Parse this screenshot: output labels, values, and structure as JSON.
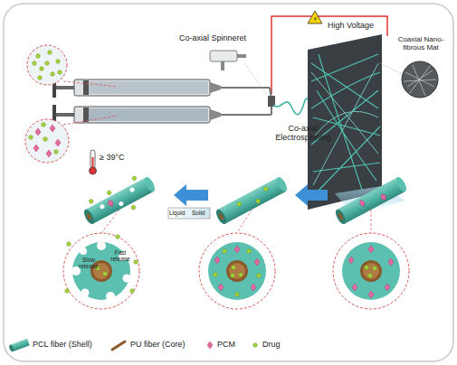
{
  "diagram": {
    "labels": [
      "Co-axial Spinneret",
      "High Voltage",
      "Coaxial Nano-fibrous Mat",
      "Co-axial Electrospinning",
      "≥ 39°C",
      "Liquid",
      "Solid",
      "Slow release",
      "Fast release"
    ],
    "legend": [
      {
        "text": "PCL fiber (Shell)"
      },
      {
        "text": "PU fiber (Core)"
      },
      {
        "text": "PCM"
      },
      {
        "text": "Drug"
      }
    ]
  }
}
